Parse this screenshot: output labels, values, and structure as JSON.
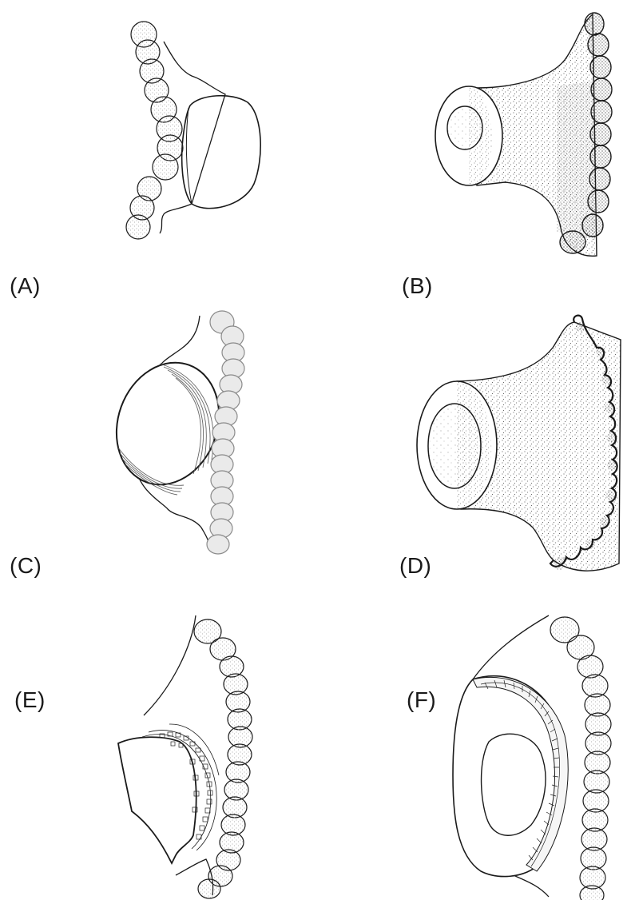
{
  "panels": [
    {
      "id": "A",
      "label": "(A)"
    },
    {
      "id": "B",
      "label": "(B)"
    },
    {
      "id": "C",
      "label": "(C)"
    },
    {
      "id": "D",
      "label": "(D)"
    },
    {
      "id": "E",
      "label": "(E)"
    },
    {
      "id": "F",
      "label": "(F)"
    }
  ],
  "colors": {
    "ink": "#1a1a1a",
    "cell_stipple": "#9a9a9a",
    "cell_fill": "#eeeeee",
    "fibers": "#555555"
  }
}
